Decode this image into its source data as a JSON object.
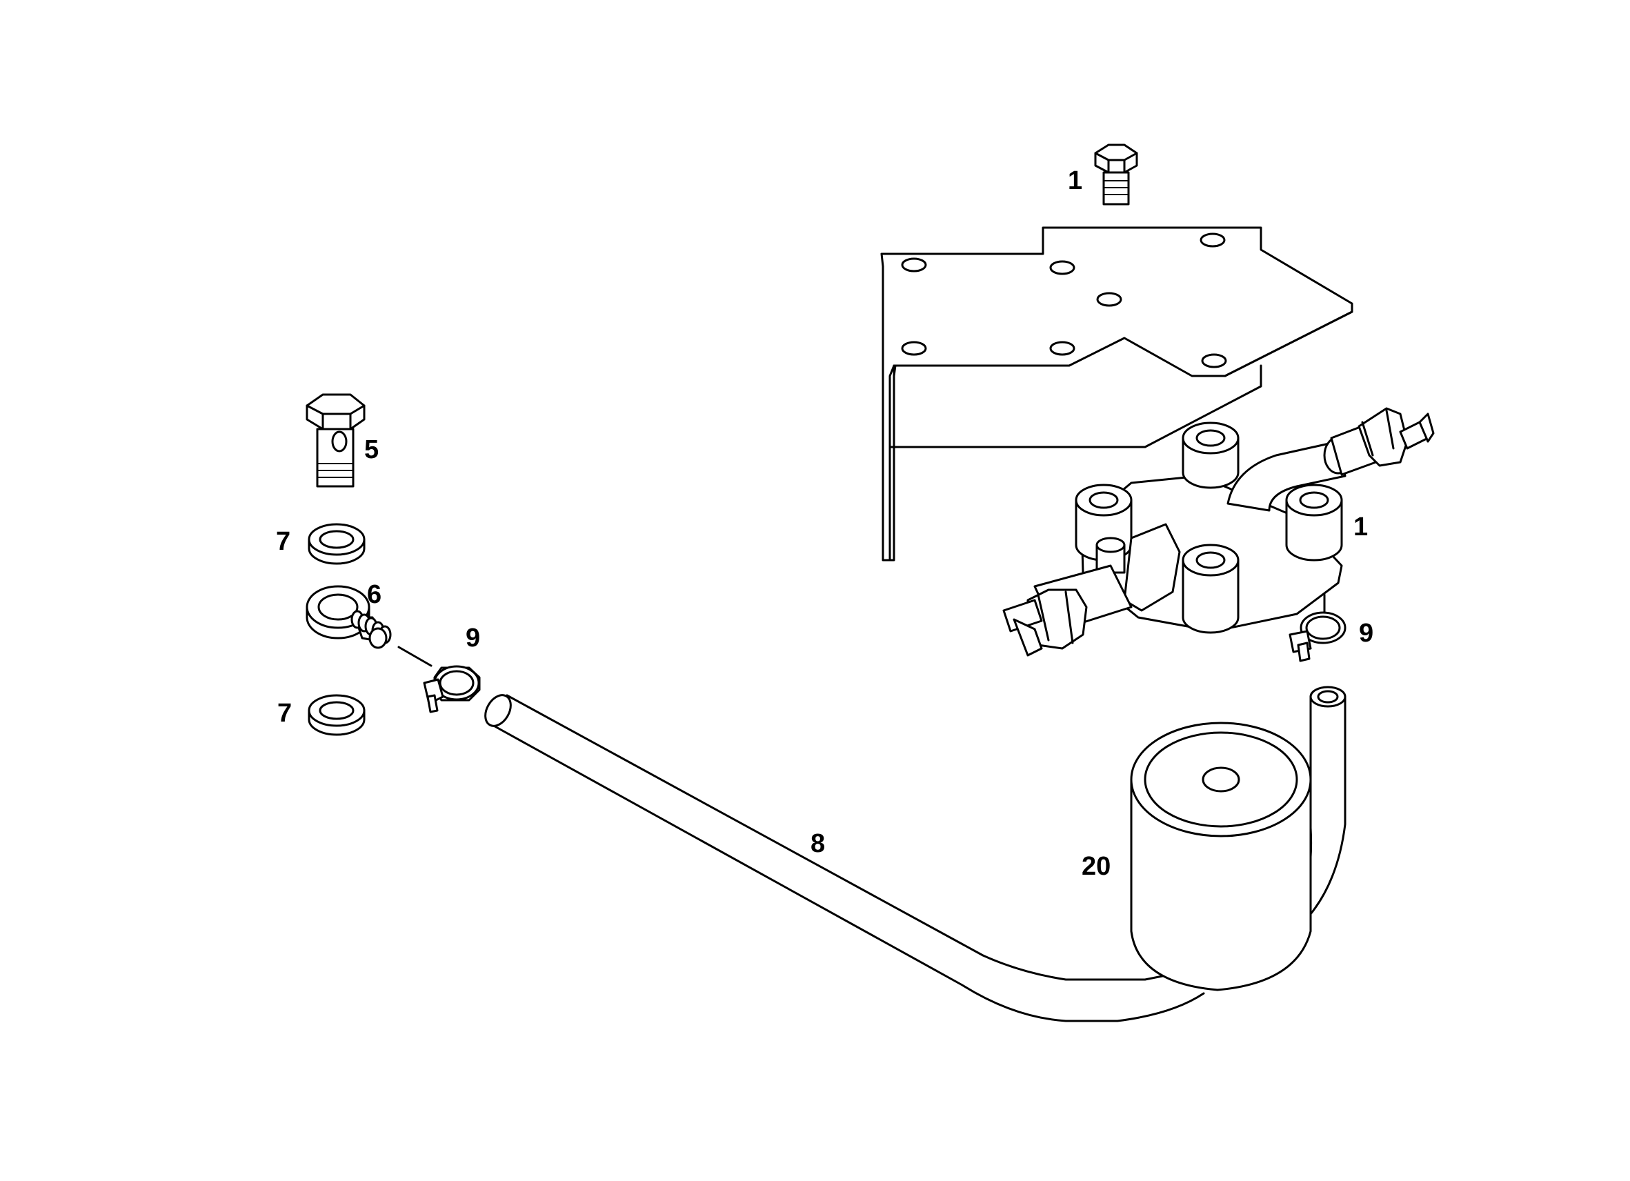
{
  "callouts": [
    {
      "id": "bolt-top",
      "label": "1"
    },
    {
      "id": "filter-head",
      "label": "1"
    },
    {
      "id": "banjo-bolt",
      "label": "5"
    },
    {
      "id": "washer-upper",
      "label": "7"
    },
    {
      "id": "banjo-fitting",
      "label": "6"
    },
    {
      "id": "washer-lower",
      "label": "7"
    },
    {
      "id": "clamp-left",
      "label": "9"
    },
    {
      "id": "clamp-right",
      "label": "9"
    },
    {
      "id": "hose",
      "label": "8"
    },
    {
      "id": "filter-bowl",
      "label": "20"
    }
  ],
  "style": {
    "line_color": "#000000",
    "background": "#ffffff"
  }
}
